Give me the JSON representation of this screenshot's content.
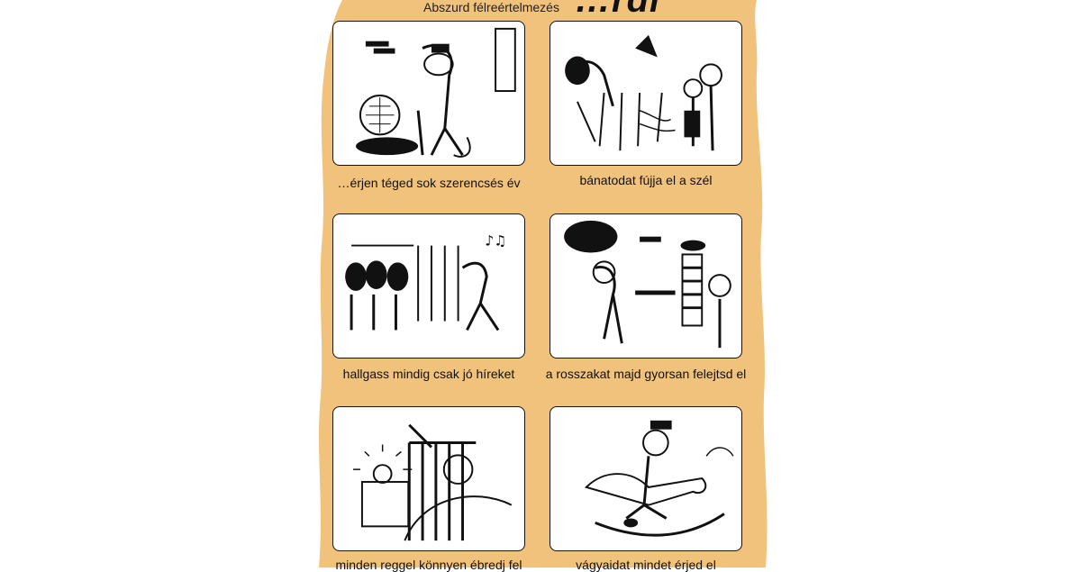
{
  "header": {
    "subtitle": "Abszurd félreértelmezés",
    "title_fragment": "…rdi"
  },
  "colors": {
    "background": "#f0c27b",
    "panel": "#ffffff",
    "ink": "#111111"
  },
  "panels": [
    {
      "caption": "…érjen téged sok szerencsés év",
      "scene": "bandaged-man-with-crutch-and-manhole"
    },
    {
      "caption": "bánatodat fújja el a szél",
      "scene": "wind-blowing-over-fence"
    },
    {
      "caption": "hallgass mindig csak jó híreket",
      "scene": "women-behind-fence-with-music"
    },
    {
      "caption": "a rosszakat majd gyorsan felejtsd el",
      "scene": "sad-man-and-striped-figure"
    },
    {
      "caption": "minden reggel könnyen ébredj fel",
      "scene": "alarm-clock-bedroom"
    },
    {
      "caption": "vágyaidat mindet érjed el",
      "scene": "man-on-rocking-horse"
    }
  ]
}
